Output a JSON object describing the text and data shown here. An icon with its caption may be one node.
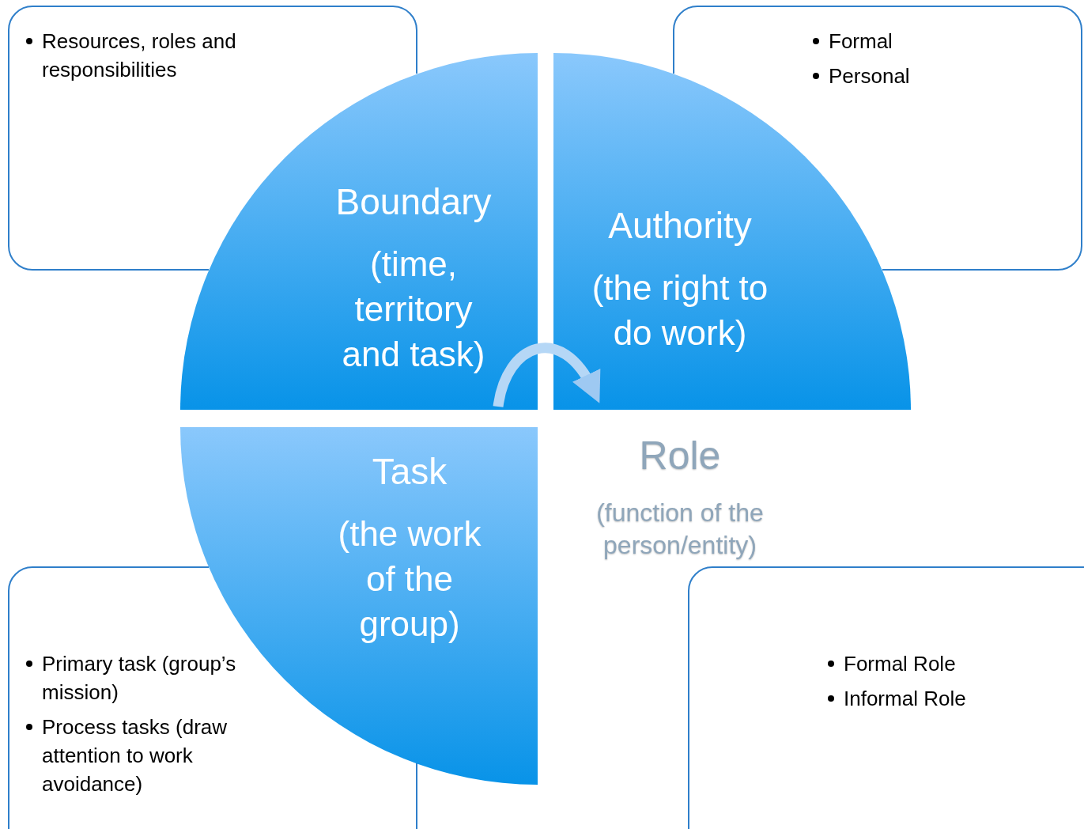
{
  "diagram": {
    "nodes": [
      {
        "text": [
          "Resources, roles and responsibilities"
        ]
      },
      {
        "text": [
          "Formal",
          "Personal"
        ]
      },
      {
        "text": [
          "Boundary",
          "(time, territory and task)"
        ]
      },
      {
        "text": [
          "Authority",
          "(the right to do work)"
        ]
      },
      {
        "text": [
          "Task",
          "(the work of the group)"
        ]
      },
      {
        "text": [
          "Role",
          "(function of the person/entity)"
        ]
      },
      {
        "text": [
          "Primary task (group’s mission)",
          "Process tasks  (draw attention to work avoidance)"
        ]
      },
      {
        "text": [
          "Formal Role",
          "Informal Role"
        ]
      }
    ],
    "edges": [
      {
        "from": 2,
        "to": 3,
        "arrow": "to"
      }
    ]
  }
}
